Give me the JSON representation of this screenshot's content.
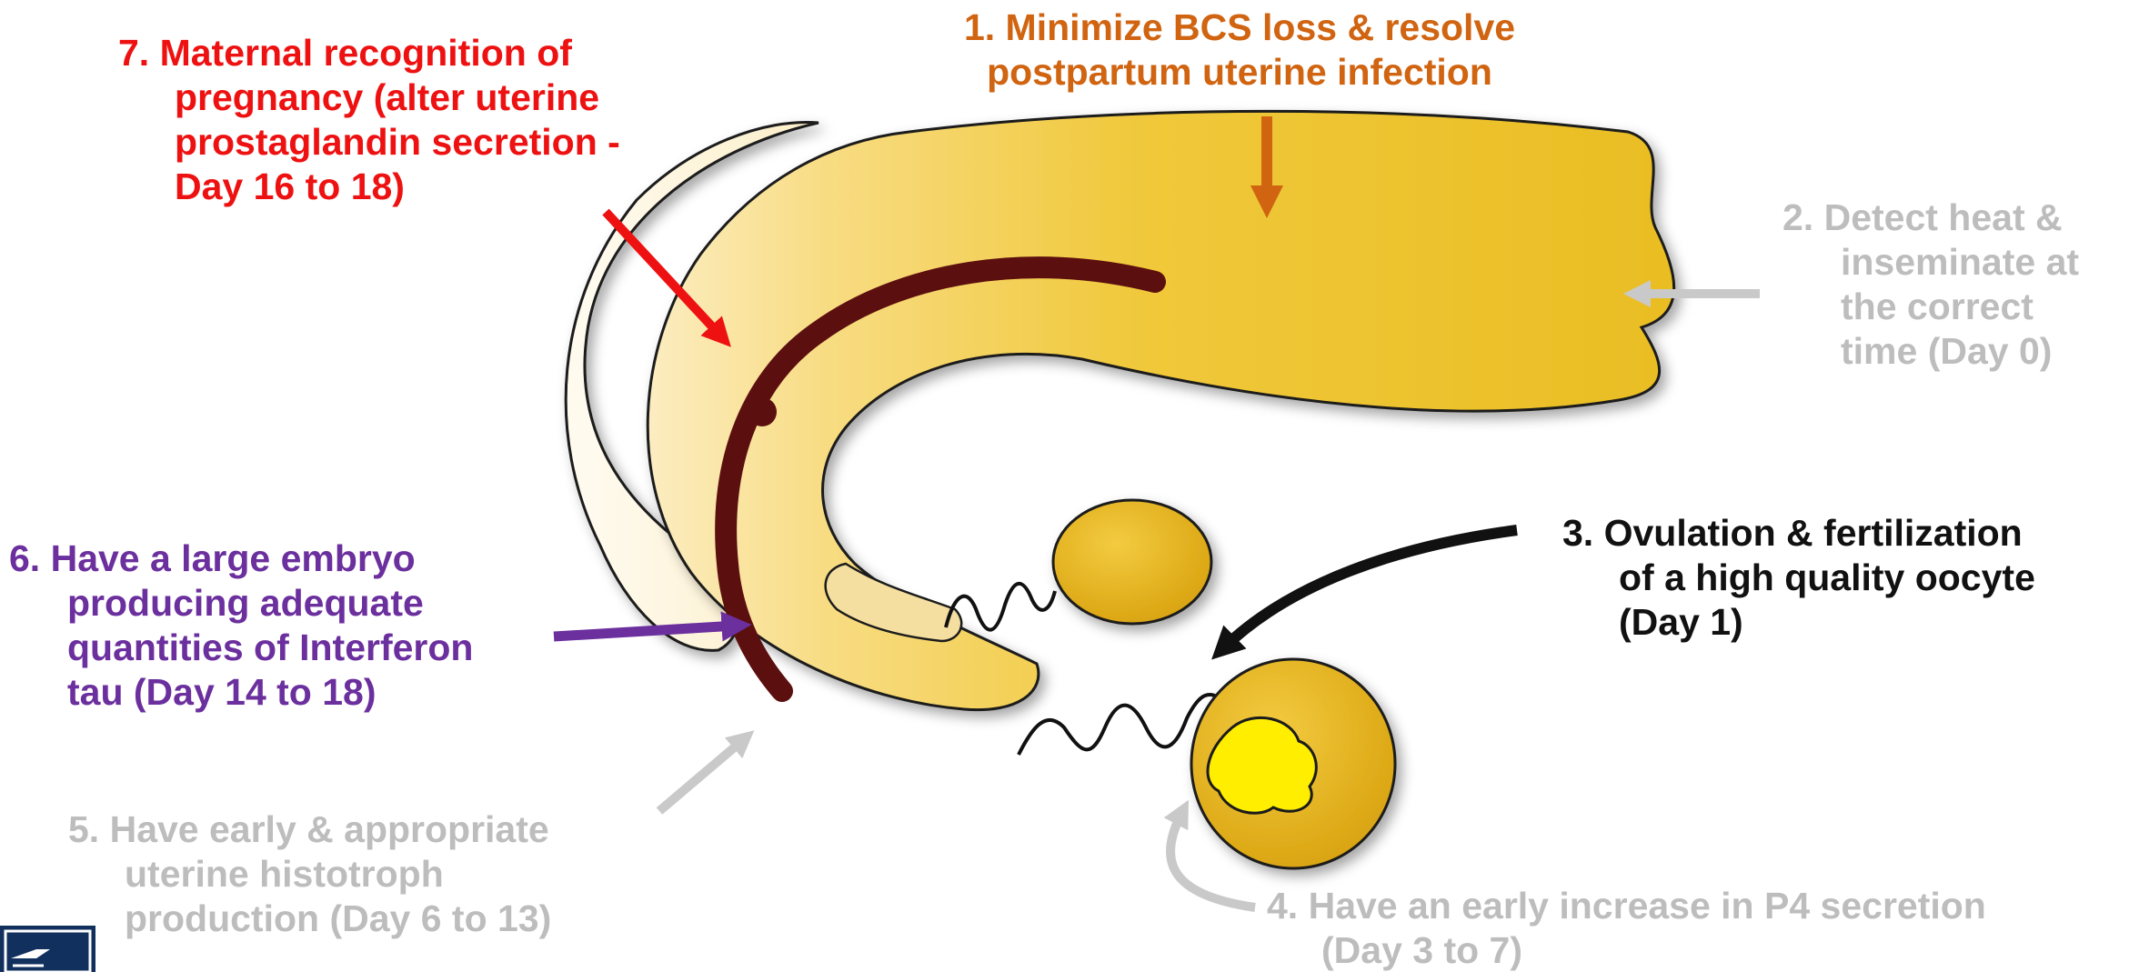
{
  "labels": {
    "step1": [
      "1. Minimize BCS loss & resolve",
      "postpartum uterine infection"
    ],
    "step2": [
      "2. Detect heat &",
      "inseminate at",
      "the correct",
      "time (Day 0)"
    ],
    "step3": [
      "3. Ovulation & fertilization",
      "of a high quality oocyte",
      "(Day 1)"
    ],
    "step4": [
      "4. Have an early increase in P4 secretion",
      "(Day 3 to 7)"
    ],
    "step5": [
      "5. Have early & appropriate",
      "uterine histotroph",
      "production (Day 6 to 13)"
    ],
    "step6": [
      "6. Have a large embryo",
      "producing adequate",
      "quantities of Interferon",
      "tau (Day 14 to 18)"
    ],
    "step7": [
      "7. Maternal recognition of",
      "pregnancy (alter uterine",
      "prostaglandin secretion -",
      "Day 16 to 18)"
    ]
  },
  "colors": {
    "red": "#ee1111",
    "orange": "#d06410",
    "gray": "#bdbdbd",
    "black": "#111111",
    "purple": "#6b2f9e",
    "uterus": "#e9bd22",
    "uterus_light": "#fbedc4",
    "lumen": "#5c0f0f",
    "ovary": "#e4b21a",
    "oocyte": "#ffee00",
    "logo": "#12305e"
  },
  "icons": {
    "logo": "university-logo-icon"
  }
}
